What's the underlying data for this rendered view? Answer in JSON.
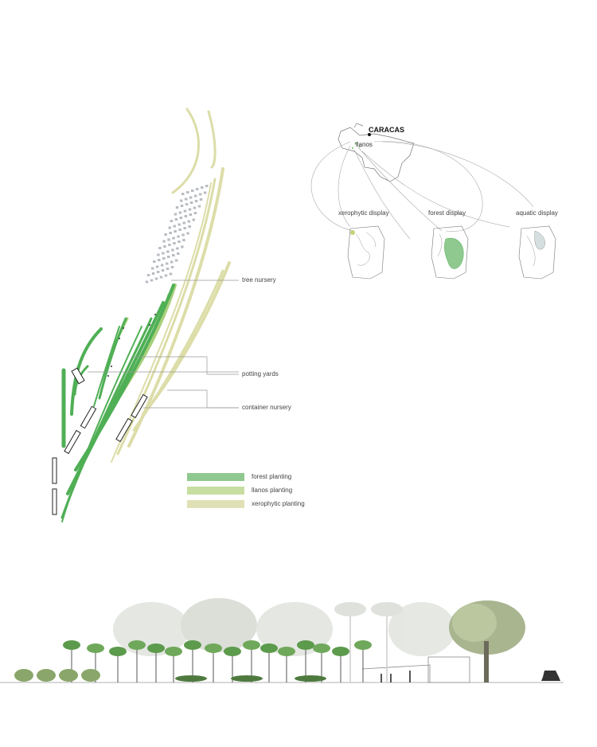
{
  "map": {
    "city": "CARACAS",
    "region": "llanos"
  },
  "displays": [
    {
      "label": "xerophytic display"
    },
    {
      "label": "forest display"
    },
    {
      "label": "aquatic display"
    }
  ],
  "plan_labels": {
    "tree_nursery": "tree nursery",
    "potting_yards": "potting yards",
    "container_nursery": "container nursery"
  },
  "legend": [
    {
      "label": "forest planting",
      "color": "#8fc98f"
    },
    {
      "label": "llanos planting",
      "color": "#c7dea0"
    },
    {
      "label": "xerophytic planting",
      "color": "#dfe0b5"
    }
  ],
  "colors": {
    "forest": "#4caf50",
    "llanos": "#a8cf7a",
    "xerophytic": "#d9dba8",
    "nursery_grey": "#b8bcc2"
  }
}
